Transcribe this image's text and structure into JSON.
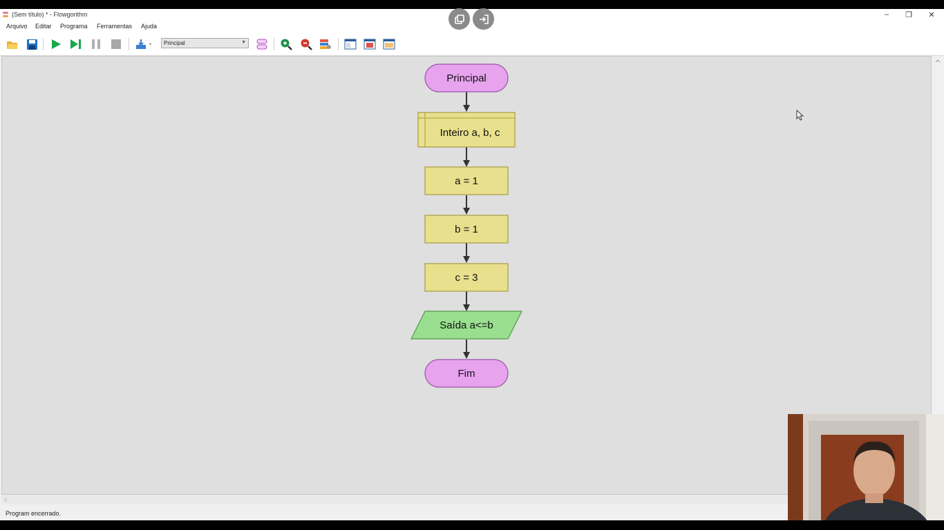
{
  "window": {
    "title": "(Sem título) * - Flowgorithm",
    "controls": {
      "minimize": "–",
      "maximize": "❐",
      "close": "✕"
    }
  },
  "menu": [
    "Arquivo",
    "Editar",
    "Programa",
    "Ferramentas",
    "Ajuda"
  ],
  "toolbar": {
    "function_select": "Principal",
    "icons": [
      "open-folder-icon",
      "save-icon",
      "run-icon",
      "step-icon",
      "pause-icon",
      "stop-icon",
      "speed-icon",
      "variables-icon",
      "zoom-in-icon",
      "zoom-out-icon",
      "colors-icon",
      "layout-icon",
      "source-code-icon",
      "console-icon"
    ]
  },
  "flowchart": {
    "start": "Principal",
    "declare": "Inteiro a, b, c",
    "assign1": "a = 1",
    "assign2": "b = 1",
    "assign3": "c = 3",
    "output": "Saída a<=b",
    "end": "Fim"
  },
  "colors": {
    "terminal": "#e7a3ee",
    "process": "#e8e08d",
    "output": "#99df8f",
    "canvas": "#dfdfdf"
  },
  "status": {
    "text": "Program encerrado."
  }
}
